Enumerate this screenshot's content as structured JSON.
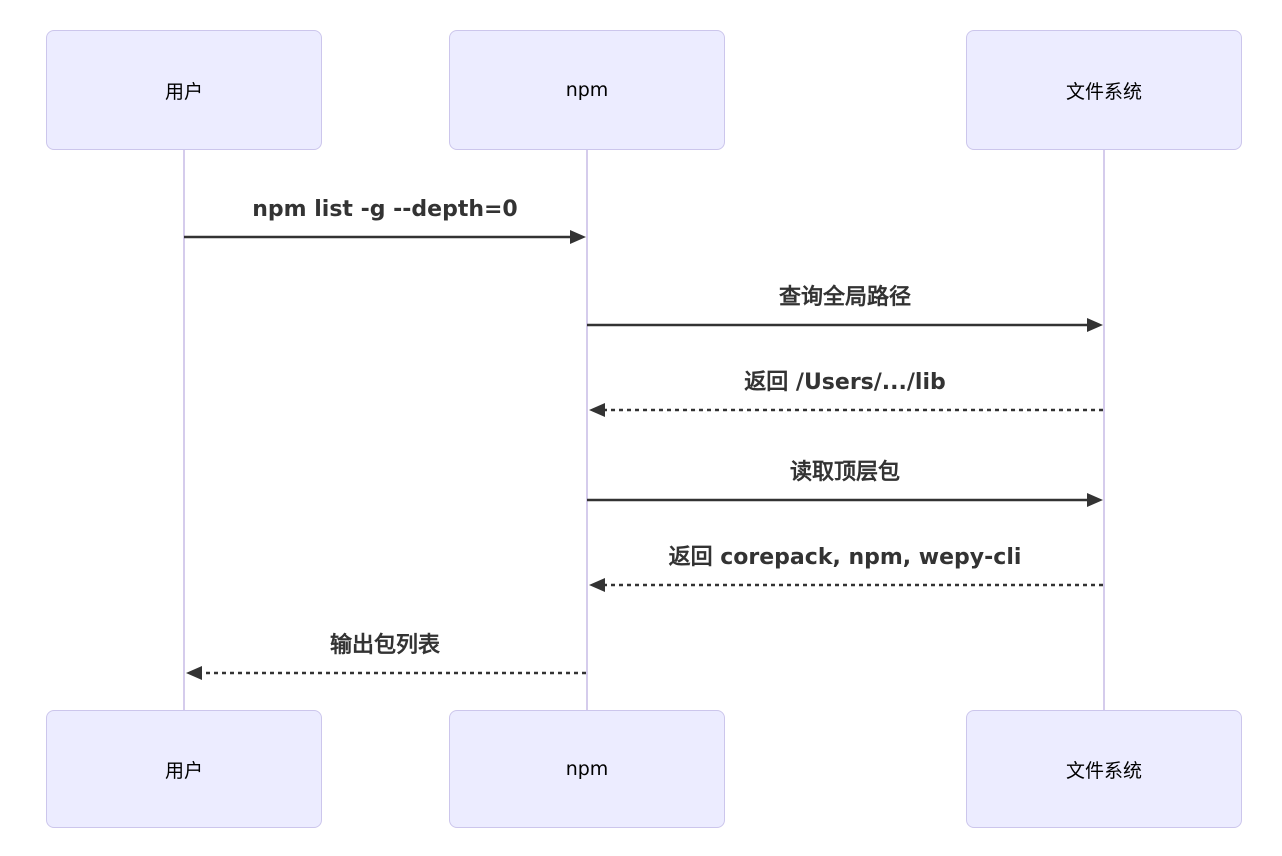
{
  "diagram": {
    "type": "sequence-diagram",
    "colors": {
      "background": "#FFFFFF",
      "actor_fill": "#ECECFF",
      "actor_border": "#CCC6EC",
      "lifeline": "#D5CCEC",
      "arrow": "#333333",
      "message_text": "#333333",
      "actor_text": "#000000"
    },
    "actors": [
      {
        "label": "用户"
      },
      {
        "label": "npm"
      },
      {
        "label": "文件系统"
      }
    ],
    "messages": [
      {
        "from": "用户",
        "to": "npm",
        "label": "npm list -g --depth=0",
        "line": "solid",
        "direction": "right"
      },
      {
        "from": "npm",
        "to": "文件系统",
        "label": "查询全局路径",
        "line": "solid",
        "direction": "right"
      },
      {
        "from": "文件系统",
        "to": "npm",
        "label": "返回 /Users/.../lib",
        "line": "dashed",
        "direction": "left"
      },
      {
        "from": "npm",
        "to": "文件系统",
        "label": "读取顶层包",
        "line": "solid",
        "direction": "right"
      },
      {
        "from": "文件系统",
        "to": "npm",
        "label": "返回 corepack, npm, wepy-cli",
        "line": "dashed",
        "direction": "left"
      },
      {
        "from": "npm",
        "to": "用户",
        "label": "输出包列表",
        "line": "dashed",
        "direction": "left"
      }
    ]
  }
}
